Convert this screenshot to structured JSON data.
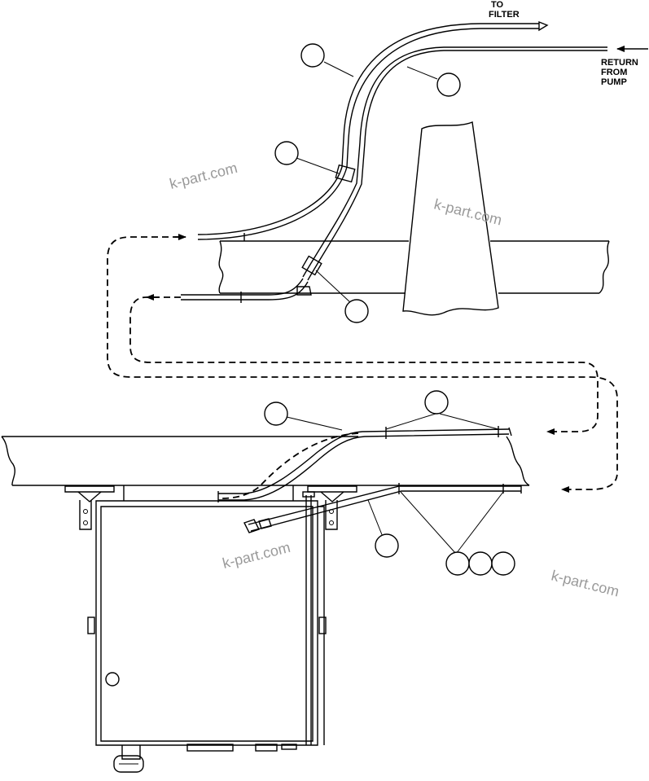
{
  "labels": {
    "to_filter_line1": "TO",
    "to_filter_line2": "FILTER",
    "return_line1": "RETURN",
    "return_line2": "FROM",
    "return_line3": "PUMP"
  },
  "watermark": "k-part.com",
  "colors": {
    "line": "#000000",
    "background": "#ffffff",
    "watermark": "#9a9a9a"
  }
}
